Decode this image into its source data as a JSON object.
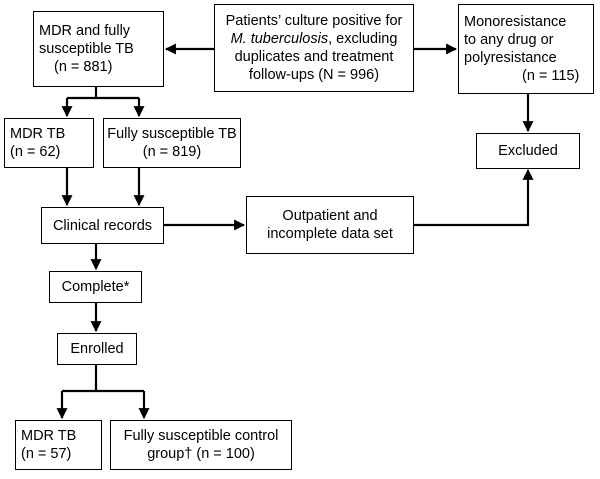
{
  "boxes": {
    "source": {
      "line1": "Patients’ culture positive for",
      "line2_italic": "M. tuberculosis",
      "line2_rest": ", excluding",
      "line3": "duplicates and treatment",
      "line4": "follow-ups (N = 996)"
    },
    "mdr_and_susceptible": {
      "line1": "MDR and fully",
      "line2": "susceptible TB",
      "line3": "(n = 881)"
    },
    "monoresistance": {
      "line1": "Monoresistance",
      "line2": "to any drug or",
      "line3": "polyresistance",
      "line4": "(n = 115)"
    },
    "mdr_tb": {
      "line1": "MDR TB",
      "line2": "(n = 62)"
    },
    "fully_susceptible": {
      "line1": "Fully susceptible TB",
      "line2": "(n = 819)"
    },
    "excluded": {
      "line1": "Excluded"
    },
    "clinical_records": {
      "line1": "Clinical records"
    },
    "outpatient": {
      "line1": "Outpatient and",
      "line2": "incomplete data set"
    },
    "complete": {
      "line1": "Complete*"
    },
    "enrolled": {
      "line1": "Enrolled"
    },
    "mdr_tb_final": {
      "line1": "MDR TB",
      "line2": "(n = 57)"
    },
    "control_group": {
      "line1": "Fully susceptible control",
      "line2": "group† (n = 100)"
    }
  }
}
